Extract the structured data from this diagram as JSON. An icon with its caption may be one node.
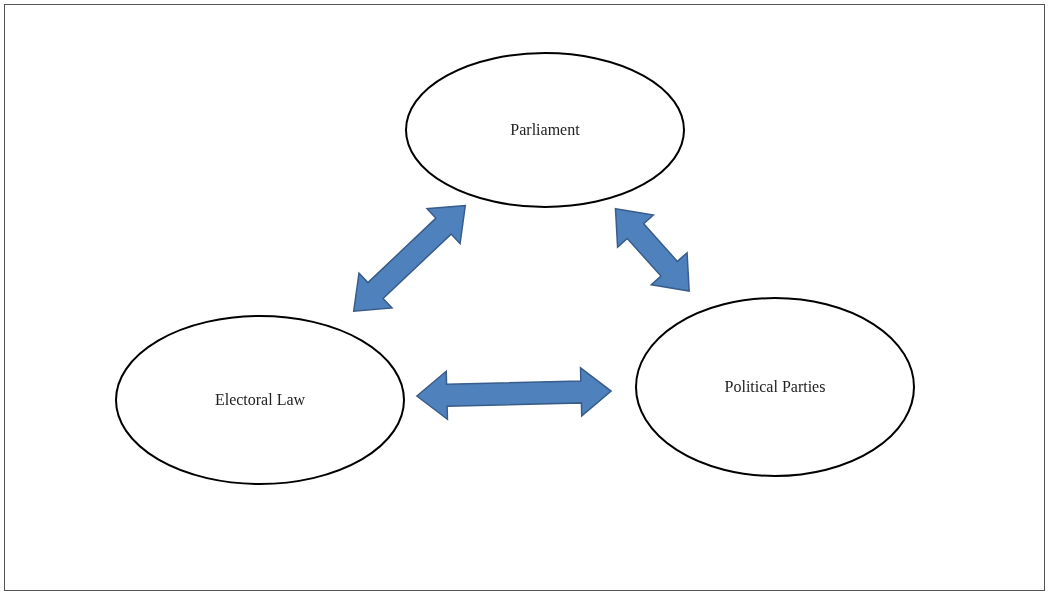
{
  "diagram": {
    "nodes": [
      {
        "text": [
          "Parliament"
        ]
      },
      {
        "text": [
          "Electoral Law"
        ]
      },
      {
        "text": [
          "Political Parties"
        ]
      }
    ],
    "edges": [
      {
        "from": 0,
        "to": 1,
        "arrow": "both",
        "style": "thick"
      },
      {
        "from": 0,
        "to": 2,
        "arrow": "both",
        "style": "thick"
      },
      {
        "from": 1,
        "to": 2,
        "arrow": "both",
        "style": "thick"
      }
    ]
  }
}
